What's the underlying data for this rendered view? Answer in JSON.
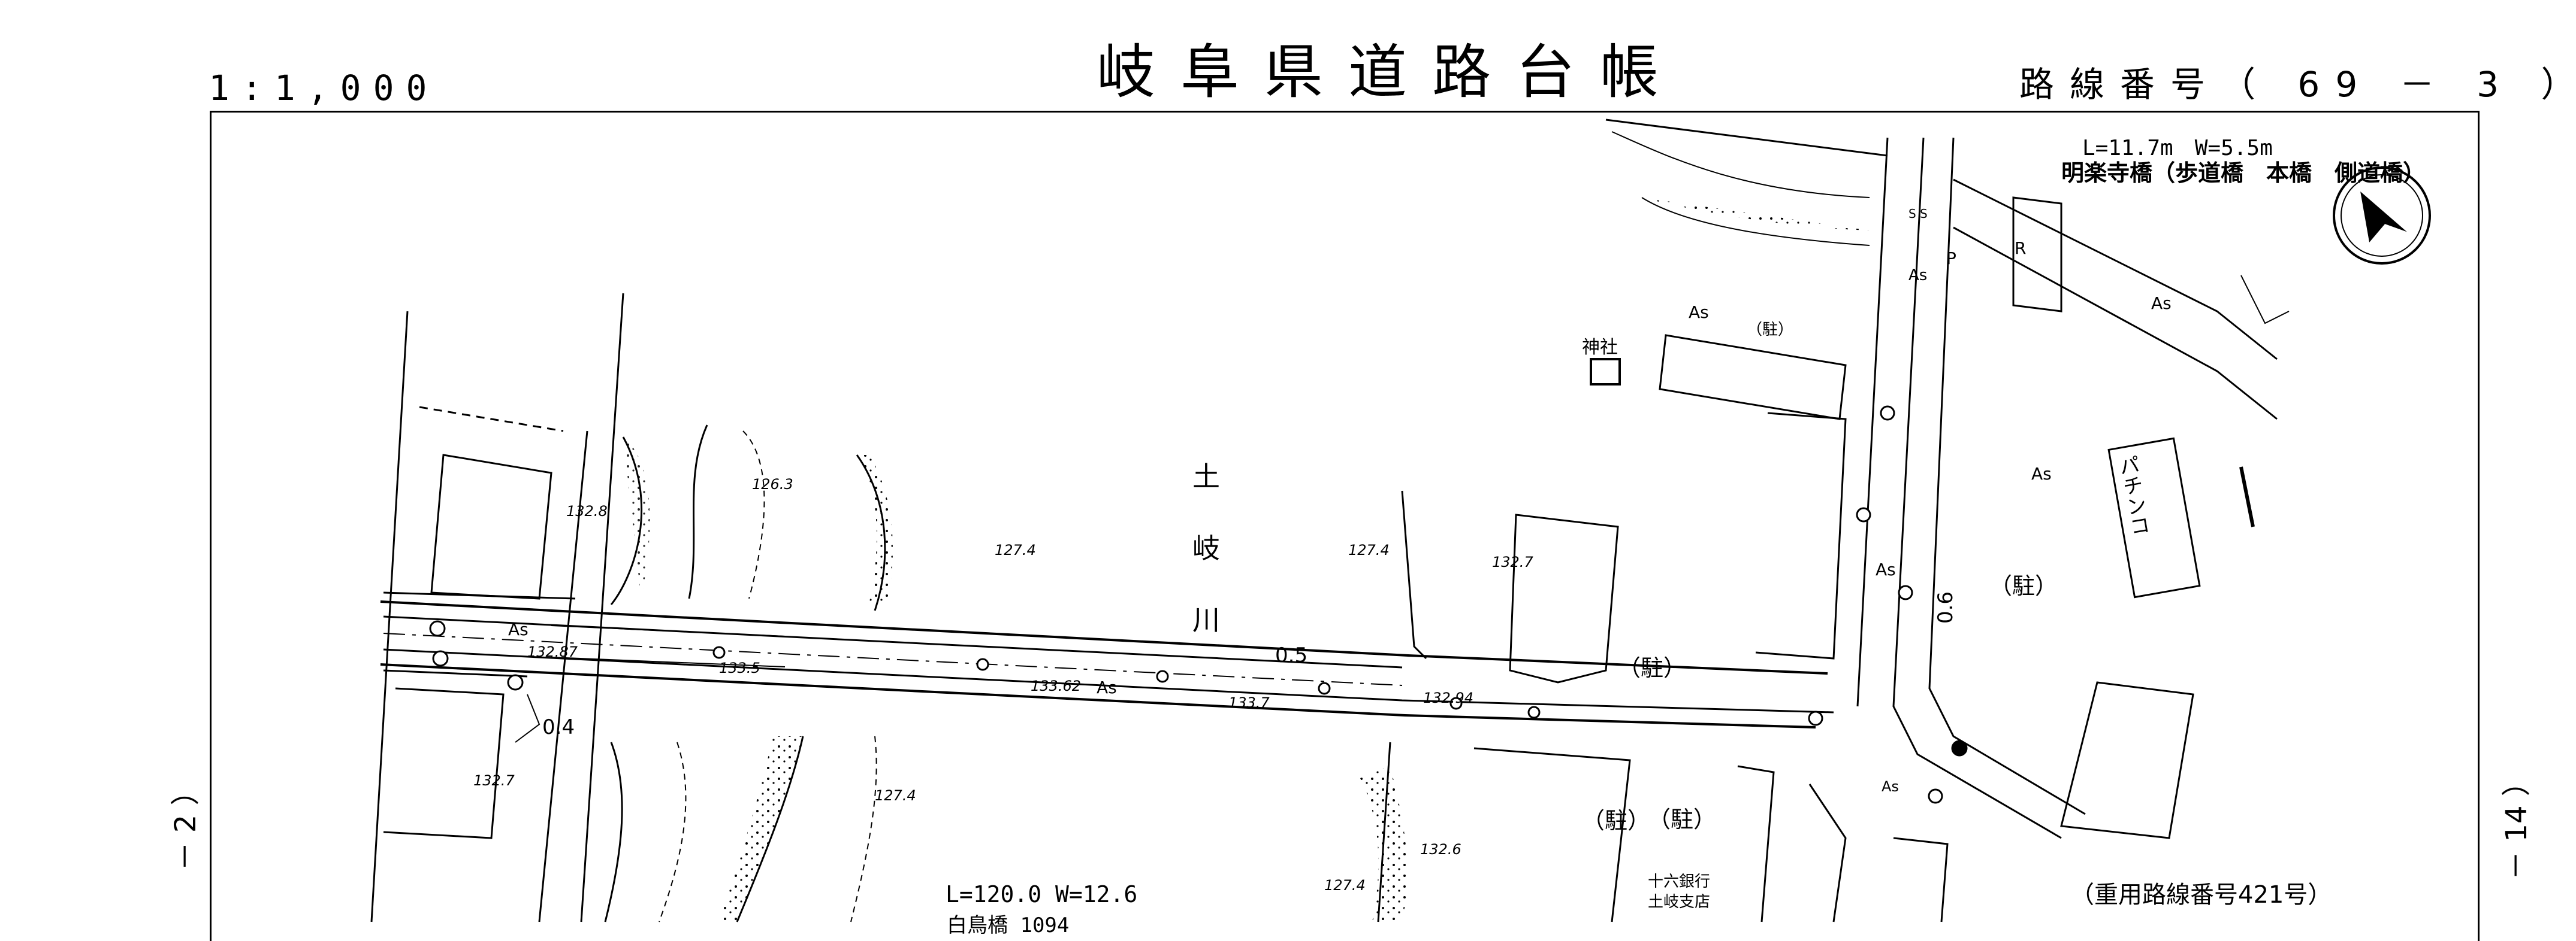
{
  "header": {
    "scale": "1:1,000",
    "title": "岐阜県道路台帳",
    "route_number": "路線番号（ 69 － 3 ）"
  },
  "sheet_edges": {
    "left": "－ 2 ）",
    "right": "－ 14 ）"
  },
  "map": {
    "north_arrow_icon": "north-arrow-icon",
    "bridge_main": {
      "dimensions": "L=11.7m　W=5.5m",
      "name": "明楽寺橋（歩道橋　本橋　側道橋）"
    },
    "bridge_river": {
      "dimensions": "L=120.0 W=12.6",
      "name": "白鳥橋 1094"
    },
    "river_label": [
      "土",
      "岐",
      "川"
    ],
    "labels": {
      "shrine": "神社",
      "parking": "（駐）",
      "bank": "十六銀行",
      "bank_branch": "土岐支店",
      "pachinko": "パチンコ",
      "overlap_route": "（重用路線番号421号）",
      "asphalt": "As",
      "ramp": "R",
      "parking_lot": "P",
      "sidewalk": "S S"
    },
    "elevations": [
      "132.8",
      "126.3",
      "127.4",
      "127.4",
      "132.7",
      "132.87",
      "133.5",
      "133.62",
      "133.7",
      "132.94",
      "132.7",
      "127.4",
      "132.6",
      "127.4"
    ],
    "widths": [
      "0.5",
      "0.4",
      "0.6"
    ]
  }
}
